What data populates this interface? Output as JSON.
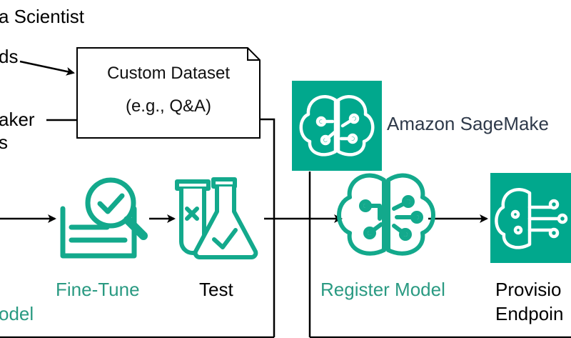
{
  "labels": {
    "actor": "a Scientist",
    "left_top": "ds",
    "left_mid": "aker",
    "left_bottom": "s",
    "model_left": "odel",
    "dataset_line1": "Custom Dataset",
    "dataset_line2": "(e.g., Q&A)",
    "sagemaker": "Amazon SageMake",
    "fine_tune": "Fine-Tune",
    "test": "Test",
    "register": "Register Model",
    "provision_line1": "Provisio",
    "provision_line2": "Endpoin"
  },
  "icons": {
    "fine_tune": "document-magnifier-check-icon",
    "test": "lab-flasks-icon",
    "sagemaker": "brain-circuit-icon",
    "register": "brain-circuit-icon",
    "provision": "brain-circuit-endpoint-icon"
  },
  "colors": {
    "accent": "#01a88d",
    "teal_text": "#2a9a82",
    "line": "#000000"
  }
}
